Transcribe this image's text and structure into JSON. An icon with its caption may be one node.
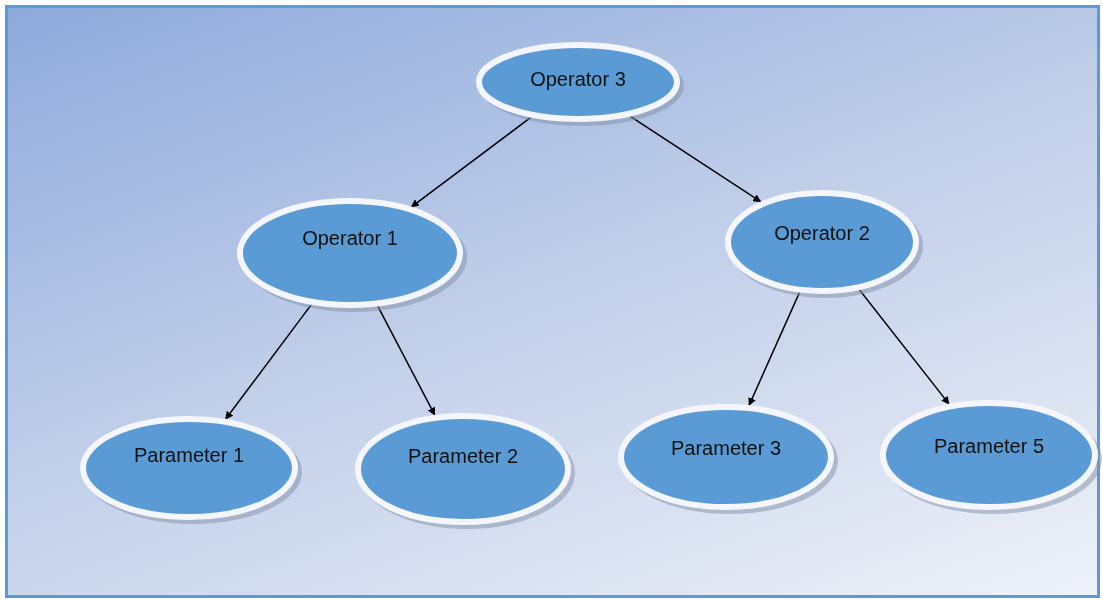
{
  "diagram": {
    "nodes": [
      {
        "text": [
          "Operator 3"
        ]
      },
      {
        "text": [
          "Operator 1"
        ]
      },
      {
        "text": [
          "Operator 2"
        ]
      },
      {
        "text": [
          "Parameter 1"
        ]
      },
      {
        "text": [
          "Parameter 2"
        ]
      },
      {
        "text": [
          "Parameter 3"
        ]
      },
      {
        "text": [
          "Parameter 5"
        ]
      }
    ],
    "edges": [
      {
        "from": 0,
        "to": 1,
        "arrow": "to"
      },
      {
        "from": 0,
        "to": 2,
        "arrow": "to"
      },
      {
        "from": 1,
        "to": 3,
        "arrow": "to"
      },
      {
        "from": 1,
        "to": 4,
        "arrow": "to"
      },
      {
        "from": 2,
        "to": 5,
        "arrow": "to"
      },
      {
        "from": 2,
        "to": 6,
        "arrow": "to"
      }
    ]
  }
}
